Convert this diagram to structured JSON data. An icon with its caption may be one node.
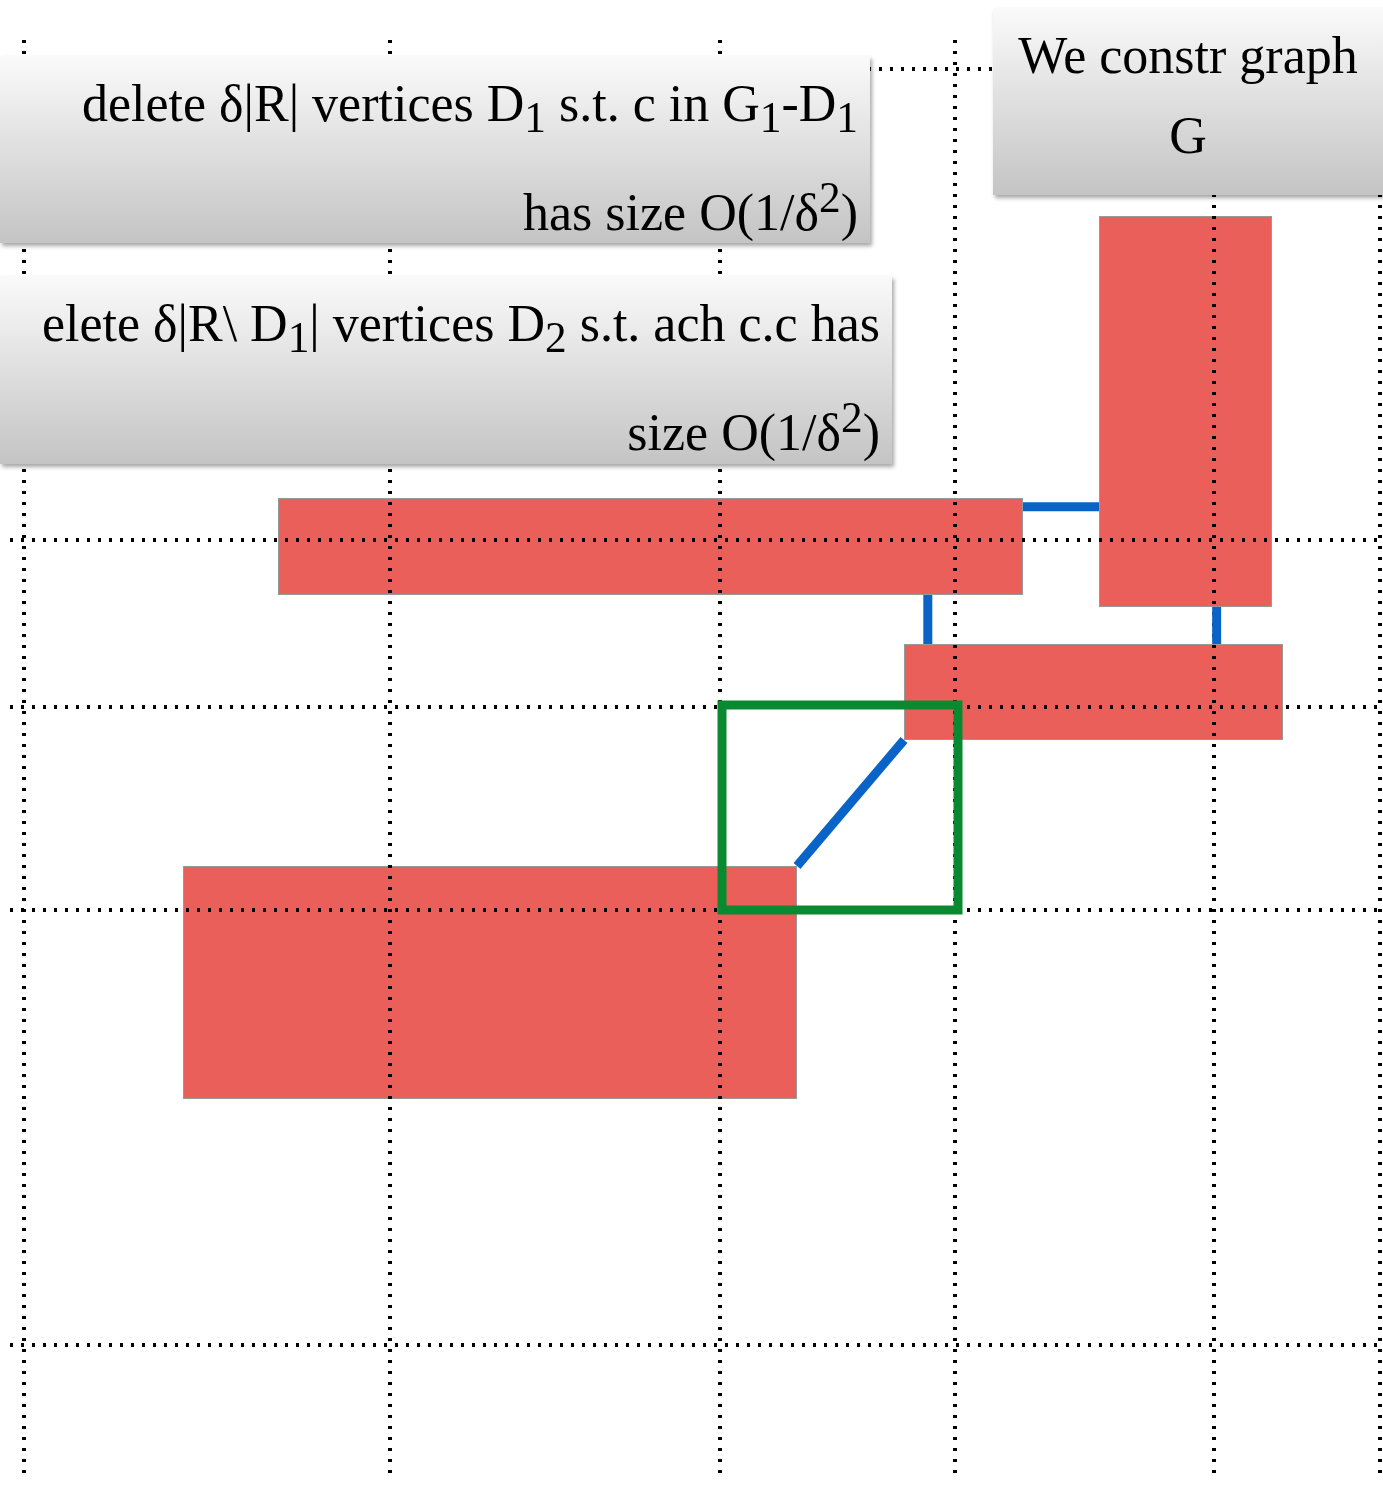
{
  "diagram": {
    "nodes": [
      {
        "text": [
          "delete δ|R| vertices D$_{1}$ s.t. c in G$_{1}$-D$_{1}$ has size O(1/δ$^{2}$)"
        ]
      },
      {
        "text": [
          "elete δ|R\\ D$_{1}$| vertices D$_{2}$ s.t. ach c.c has size O(1/δ$^{2}$)"
        ]
      },
      {
        "text": [
          "We constr graph G"
        ]
      },
      {
        "text": [],
        "shape": "box"
      },
      {
        "text": [],
        "shape": "box"
      },
      {
        "text": [],
        "shape": "box"
      },
      {
        "text": [],
        "shape": "box"
      }
    ],
    "edges": [
      {
        "from": 3,
        "to": 4,
        "arrow": "none"
      },
      {
        "from": 3,
        "to": 5,
        "arrow": "none"
      },
      {
        "from": 4,
        "to": 5,
        "arrow": "none"
      },
      {
        "from": 5,
        "to": 6,
        "arrow": "none"
      }
    ]
  }
}
